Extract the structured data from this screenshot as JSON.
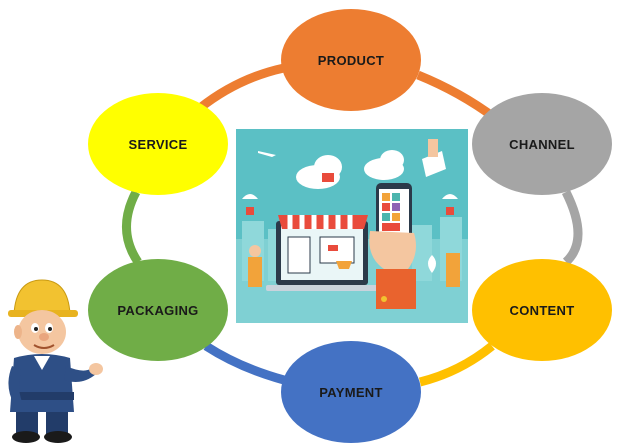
{
  "diagram": {
    "nodes": [
      {
        "id": "product",
        "label": "PRODUCT",
        "color": "#ED7D31"
      },
      {
        "id": "channel",
        "label": "CHANNEL",
        "color": "#A5A5A5"
      },
      {
        "id": "content",
        "label": "CONTENT",
        "color": "#FFC000"
      },
      {
        "id": "payment",
        "label": "PAYMENT",
        "color": "#4472C4"
      },
      {
        "id": "packaging",
        "label": "PACKAGING",
        "color": "#70AD47"
      },
      {
        "id": "service",
        "label": "SERVICE",
        "color": "#FFFF00"
      }
    ],
    "ring_arcs": [
      {
        "from": "product",
        "to": "channel",
        "color": "#ED7D31"
      },
      {
        "from": "channel",
        "to": "content",
        "color": "#A5A5A5"
      },
      {
        "from": "content",
        "to": "payment",
        "color": "#FFC000"
      },
      {
        "from": "payment",
        "to": "packaging",
        "color": "#4472C4"
      },
      {
        "from": "packaging",
        "to": "service",
        "color": "#70AD47"
      },
      {
        "from": "service",
        "to": "product",
        "color": "#ED7D31"
      }
    ],
    "center_image": {
      "icon": "online-shop-illustration",
      "background": "#5BC0C5"
    },
    "mascot": {
      "icon": "construction-worker-mascot"
    }
  }
}
